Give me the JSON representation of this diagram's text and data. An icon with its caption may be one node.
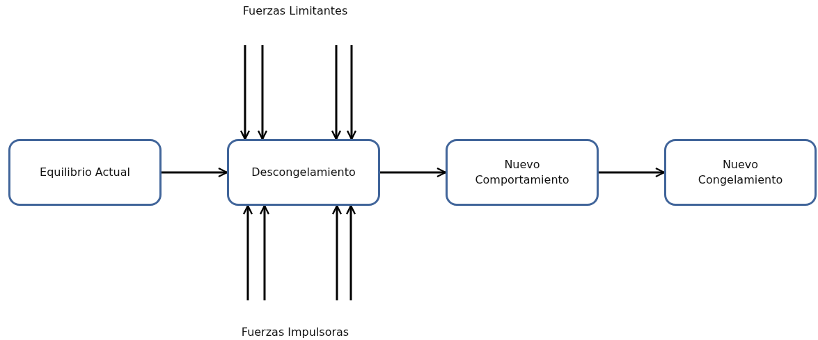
{
  "diagram": {
    "nodes": [
      {
        "text": [
          "Equilibrio Actual"
        ]
      },
      {
        "text": [
          "Descongelamiento"
        ]
      },
      {
        "text": [
          "Nuevo Comportamiento"
        ]
      },
      {
        "text": [
          "Nuevo Congelamiento"
        ]
      }
    ],
    "edges": [
      {
        "from": 0,
        "to": 1,
        "arrow": "to"
      },
      {
        "from": 1,
        "to": 2,
        "arrow": "to"
      },
      {
        "from": 2,
        "to": 3,
        "arrow": "to"
      },
      {
        "from": null,
        "to": 1,
        "arrow": "to"
      },
      {
        "from": null,
        "to": 1,
        "arrow": "to"
      },
      {
        "from": null,
        "to": 1,
        "arrow": "to"
      },
      {
        "from": null,
        "to": 1,
        "arrow": "to"
      },
      {
        "from": null,
        "to": 1,
        "arrow": "to"
      },
      {
        "from": null,
        "to": 1,
        "arrow": "to"
      },
      {
        "from": null,
        "to": 1,
        "arrow": "to"
      },
      {
        "from": null,
        "to": 1,
        "arrow": "to"
      }
    ],
    "labels": [
      "Fuerzas Limitantes",
      "Fuerzas Impulsoras"
    ]
  }
}
